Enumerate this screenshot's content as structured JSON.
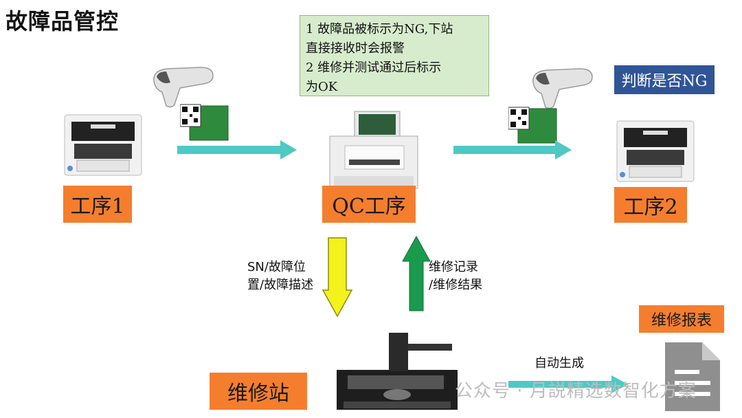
{
  "title": "故障品管控",
  "note": {
    "line1": "1 故障品被标示为NG,下站",
    "line2": "直接接收时会报警",
    "line3": "2 维修并测试通过后标示",
    "line4": "为OK"
  },
  "judge_label": "判断是否NG",
  "process1_label": "工序1",
  "qc_label": "QC工序",
  "process2_label": "工序2",
  "down_flow": {
    "line1": "SN/故障位",
    "line2": "置/故障描述"
  },
  "up_flow": {
    "line1": "维修记录",
    "line2": "/维修结果"
  },
  "repair_station_label": "维修站",
  "report_label": "维修报表",
  "auto_label": "自动生成",
  "watermark": "公众号 · 月説精选数智化方案",
  "colors": {
    "orange": "#f47e2e",
    "blue": "#2f5597",
    "cyan_arrow": "#4ec9c4",
    "yellow_arrow": "#f3f21c",
    "green_arrow": "#1a9a4c",
    "note_bg": "#d7eccd"
  }
}
